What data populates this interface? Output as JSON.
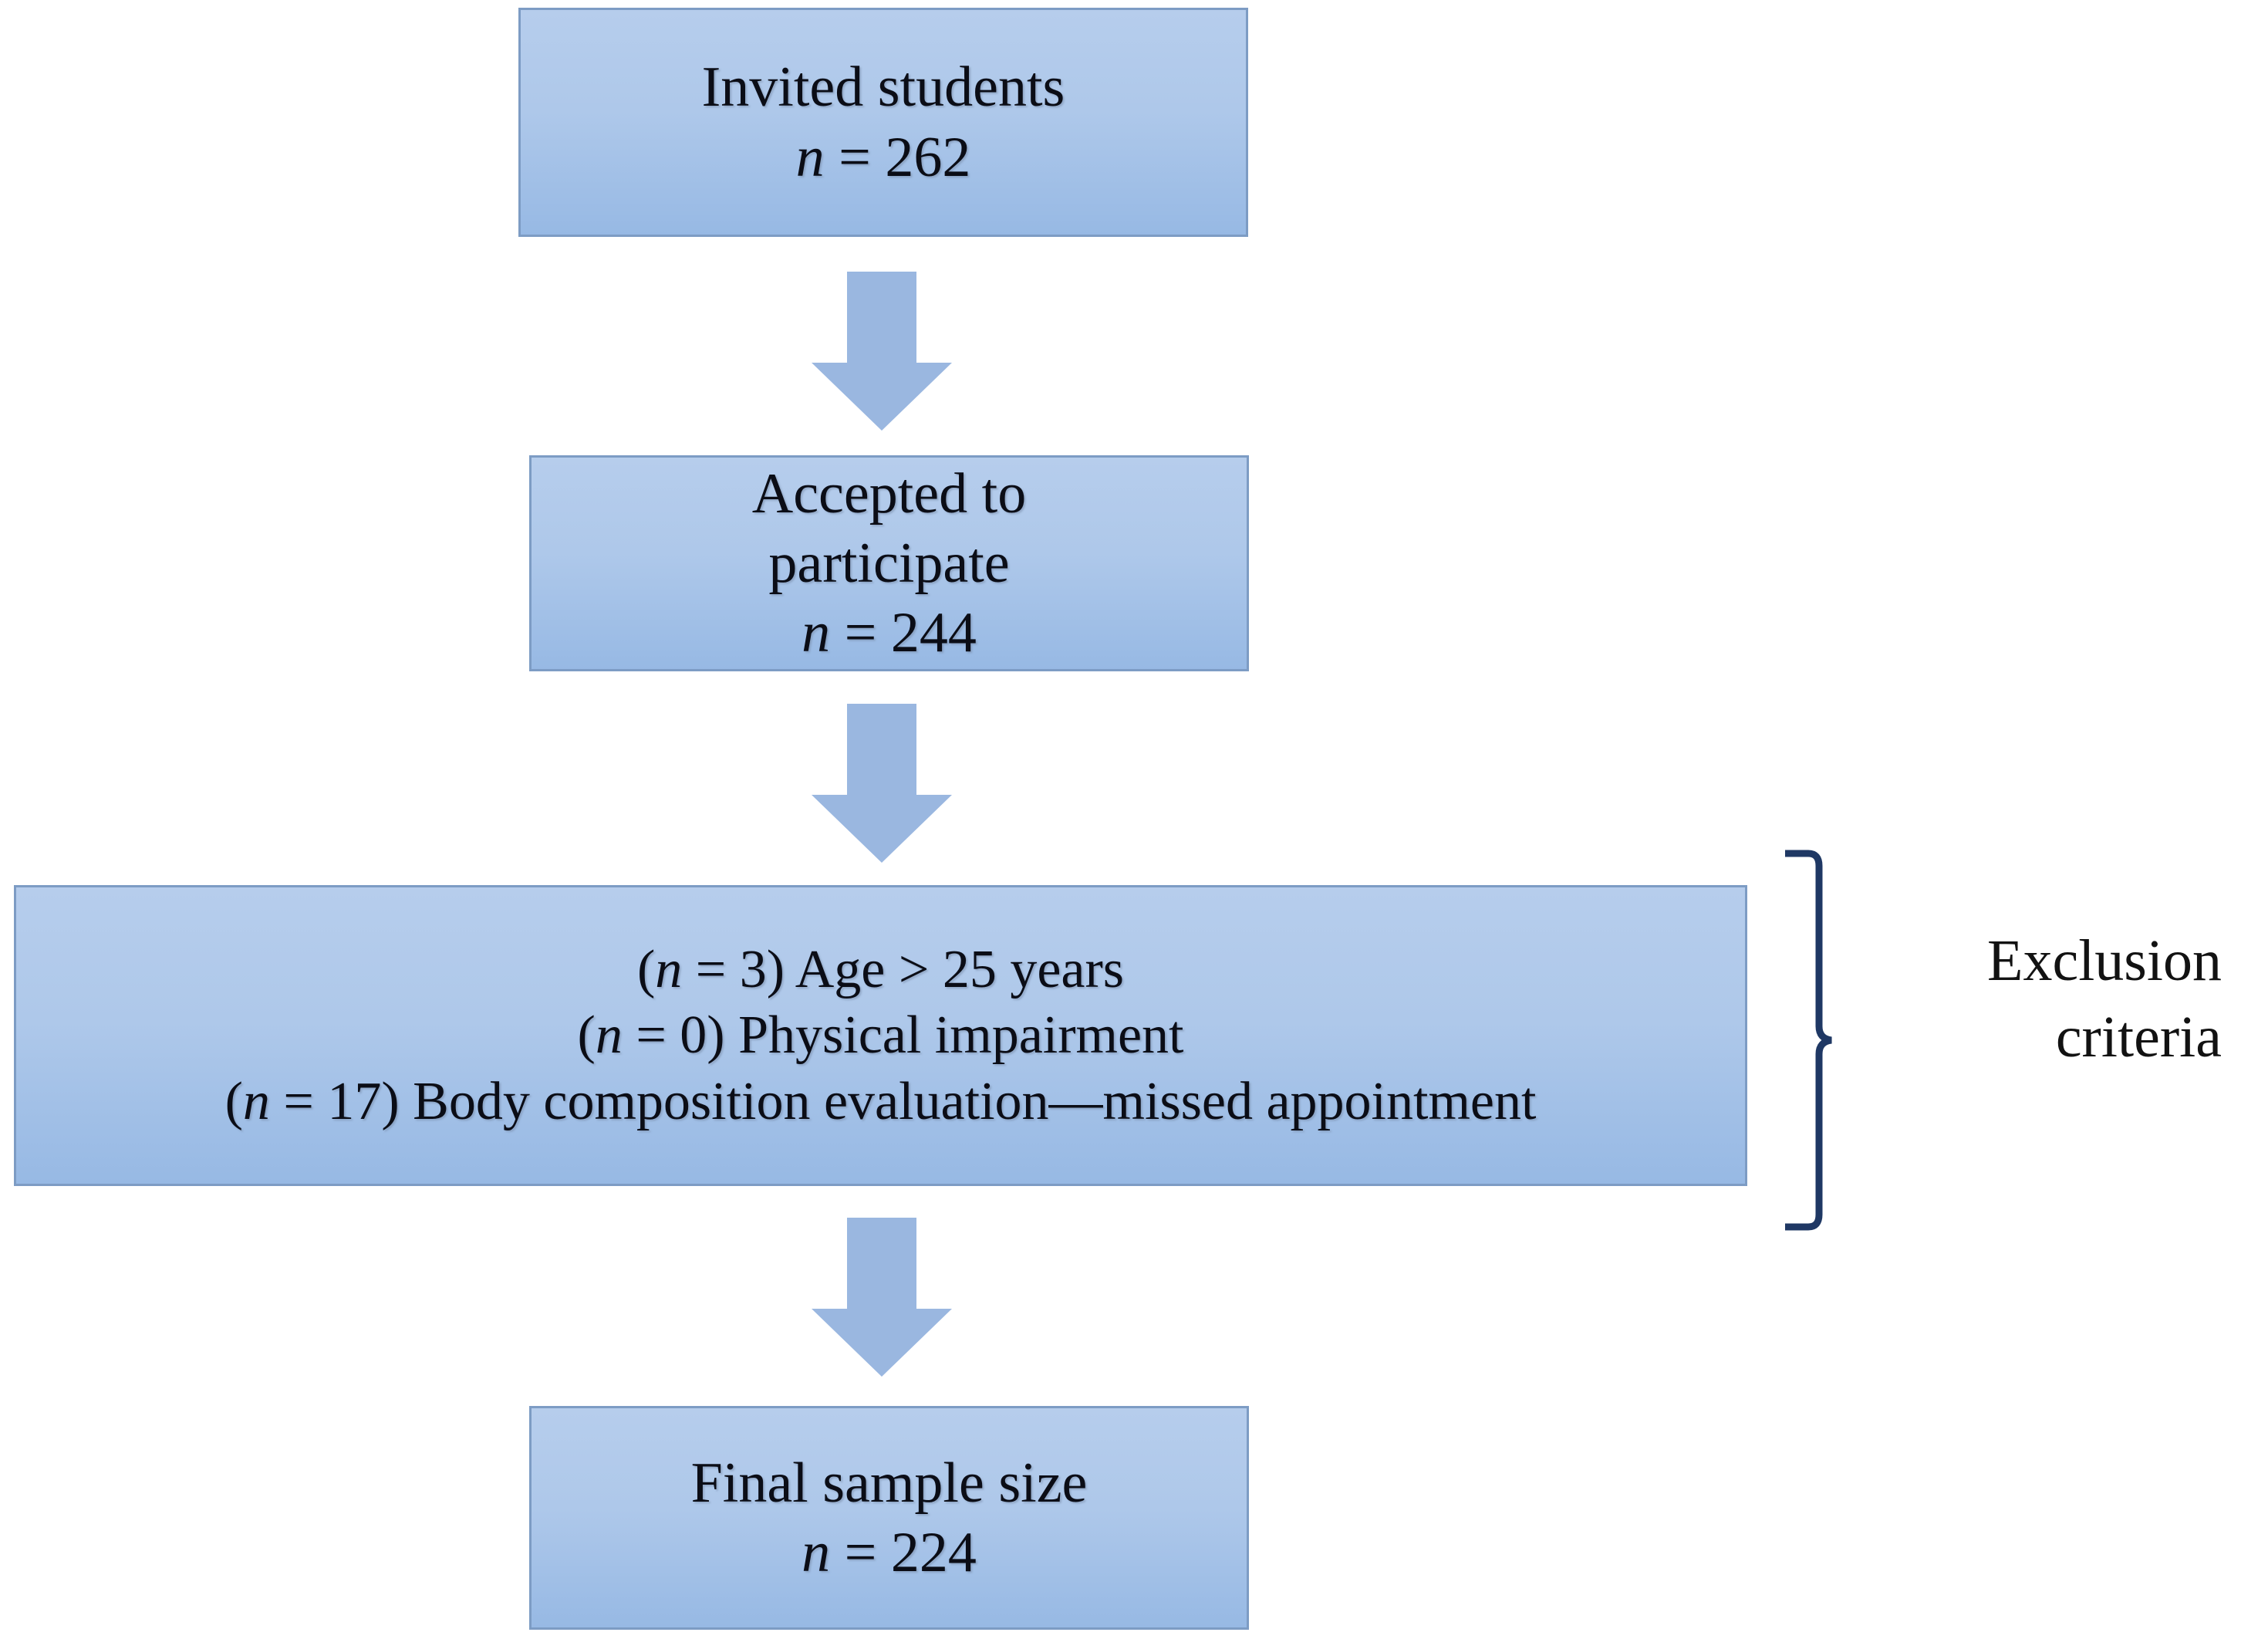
{
  "figure": {
    "type": "participant-flow-diagram",
    "colors": {
      "box_fill_top": "#b6cdec",
      "box_fill_bottom": "#97b9e4",
      "box_border": "#7d9cc4",
      "arrow_fill": "#9ab7e0",
      "brace_stroke": "#1f3864",
      "text": "#0b0d16",
      "background": "#ffffff"
    },
    "nodes": [
      {
        "id": "invited",
        "name": "invited-students-box",
        "lines": [
          {
            "text": "Invited students"
          },
          {
            "prefix": "",
            "nvar": "n",
            "suffix": " = 262"
          }
        ]
      },
      {
        "id": "accepted",
        "name": "accepted-to-participate-box",
        "lines": [
          {
            "text": "Accepted to"
          },
          {
            "text": "participate"
          },
          {
            "prefix": "",
            "nvar": "n",
            "suffix": " = 244"
          }
        ]
      },
      {
        "id": "exclusion",
        "name": "exclusion-criteria-box",
        "lines": [
          {
            "prefix": "(",
            "nvar": "n",
            "suffix": " = 3)  Age > 25 years"
          },
          {
            "prefix": "(",
            "nvar": "n",
            "suffix": " = 0)  Physical impairment"
          },
          {
            "prefix": "(",
            "nvar": "n",
            "suffix": " = 17)  Body composition evaluation—missed appointment"
          }
        ]
      },
      {
        "id": "final",
        "name": "final-sample-size-box",
        "lines": [
          {
            "text": "Final sample size"
          },
          {
            "prefix": "",
            "nvar": "n",
            "suffix": " = 224"
          }
        ]
      }
    ],
    "arrows": [
      {
        "id": "arrow-invited-to-accepted",
        "from": "invited",
        "to": "accepted",
        "direction": "down"
      },
      {
        "id": "arrow-accepted-to-exclusion",
        "from": "accepted",
        "to": "exclusion",
        "direction": "down"
      },
      {
        "id": "arrow-exclusion-to-final",
        "from": "exclusion",
        "to": "final",
        "direction": "down"
      }
    ],
    "annotation": {
      "name": "exclusion-criteria-label",
      "brace_side": "right",
      "line1": "Exclusion",
      "line2": "criteria"
    },
    "counts": {
      "invited": 262,
      "accepted": 244,
      "excluded_age_over_25": 3,
      "excluded_physical_impairment": 0,
      "excluded_missed_body_composition": 17,
      "final_sample": 224
    }
  }
}
